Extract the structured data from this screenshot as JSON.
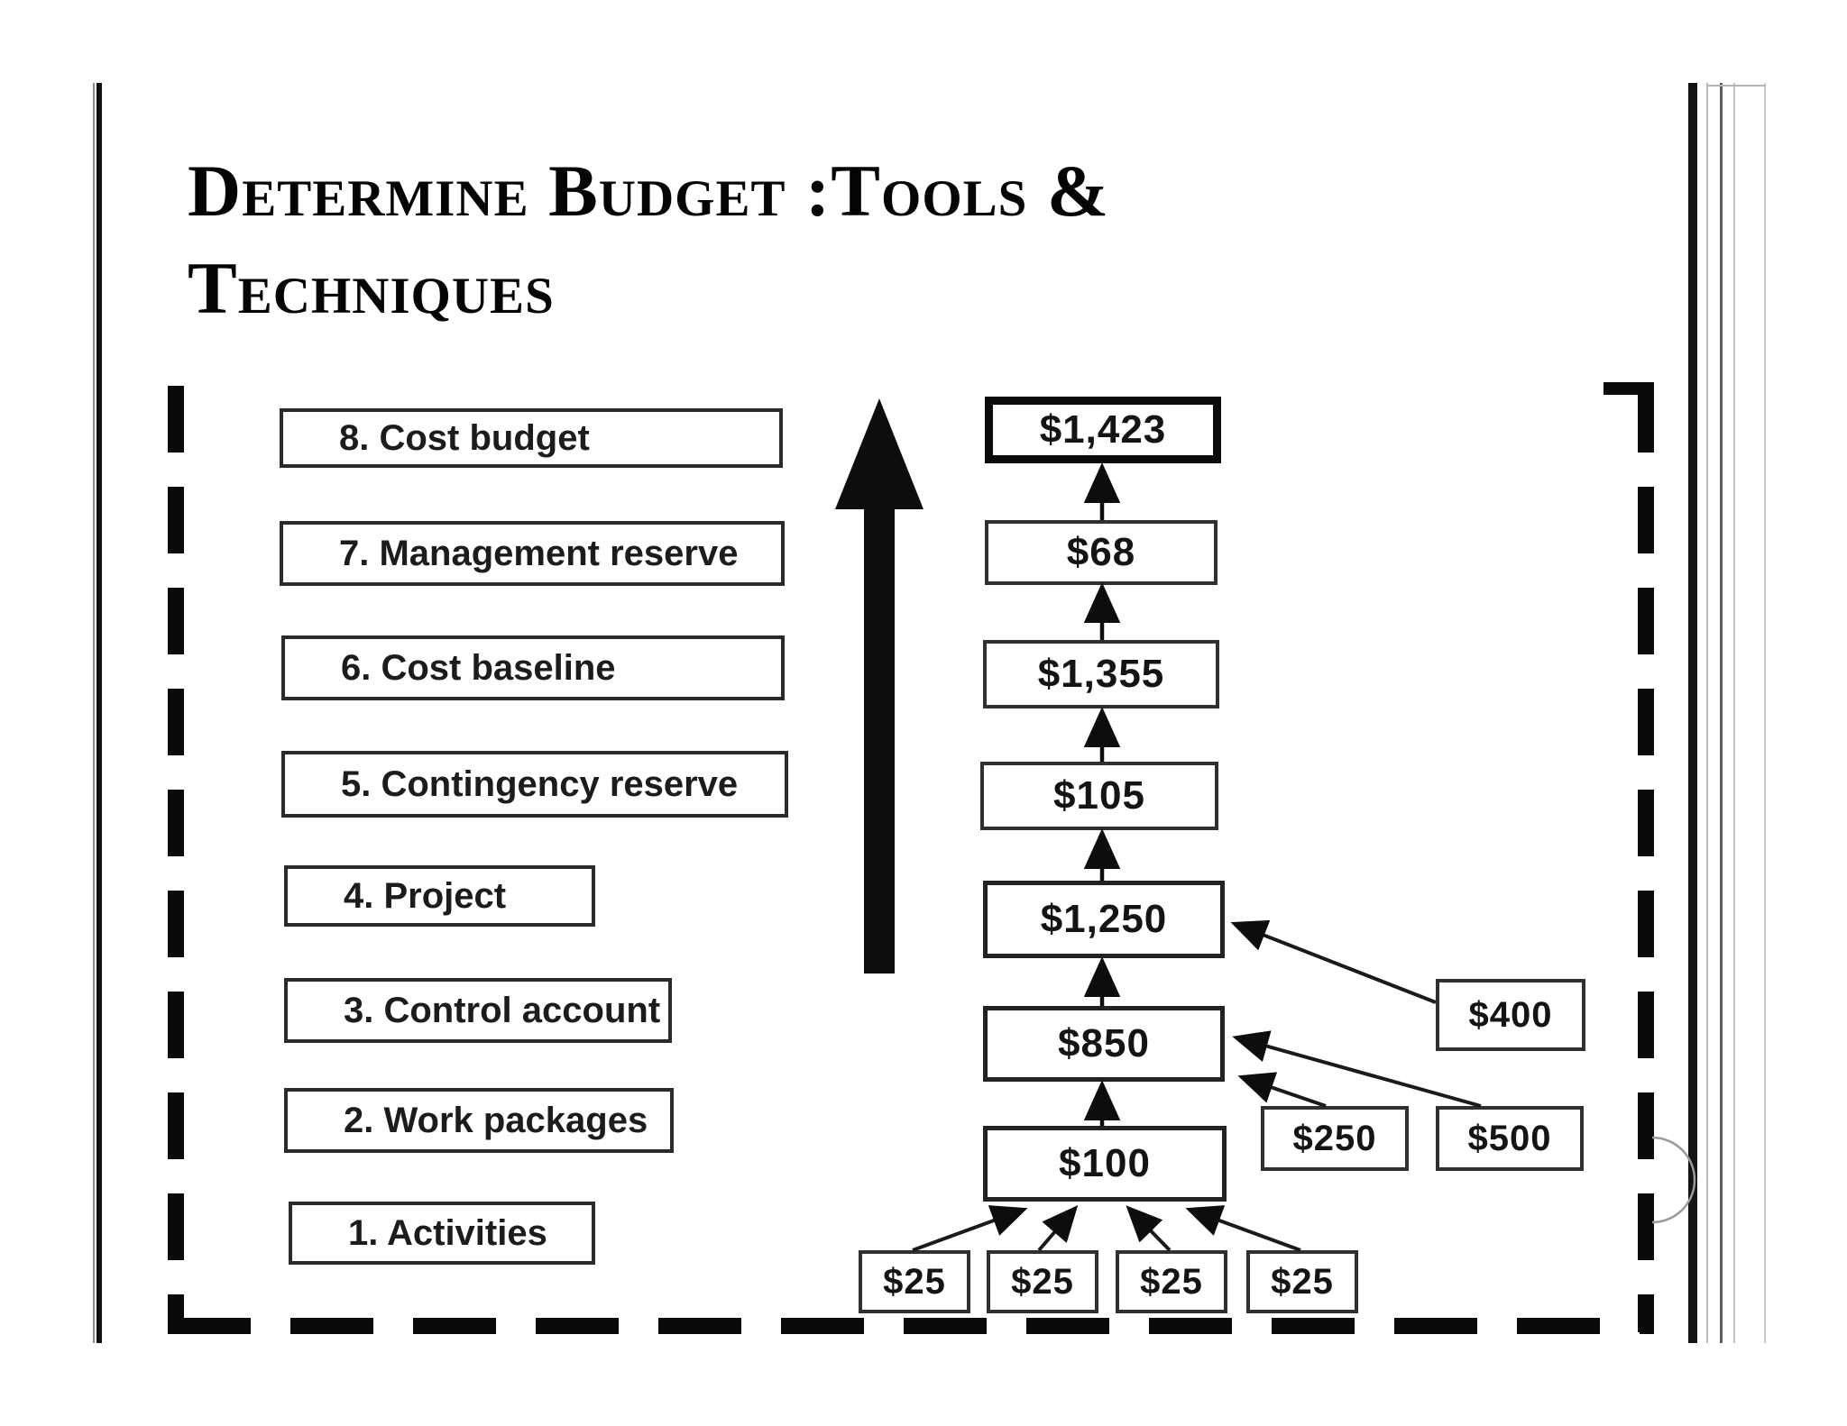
{
  "title": {
    "line1": "Determine Budget :Tools &",
    "line2": "Techniques"
  },
  "process_steps": [
    {
      "label": "8. Cost budget"
    },
    {
      "label": "7. Management reserve"
    },
    {
      "label": "6. Cost baseline"
    },
    {
      "label": "5. Contingency reserve"
    },
    {
      "label": "4. Project"
    },
    {
      "label": "3. Control account"
    },
    {
      "label": "2. Work packages"
    },
    {
      "label": "1. Activities"
    }
  ],
  "flow": {
    "cost_budget_total": "$1,423",
    "management_reserve": "$68",
    "cost_baseline": "$1,355",
    "contingency_reserve": "$105",
    "project": "$1,250",
    "control_account": "$850",
    "work_package_1": "$100",
    "control_account_side": "$400",
    "work_package_2": "$250",
    "work_package_3": "$500",
    "activities": [
      "$25",
      "$25",
      "$25",
      "$25"
    ]
  },
  "colors": {
    "ink": "#0a0a0a",
    "box_border": "#2a2a2a",
    "page_line_gray": "#8d8d8d",
    "background": "#ffffff"
  }
}
